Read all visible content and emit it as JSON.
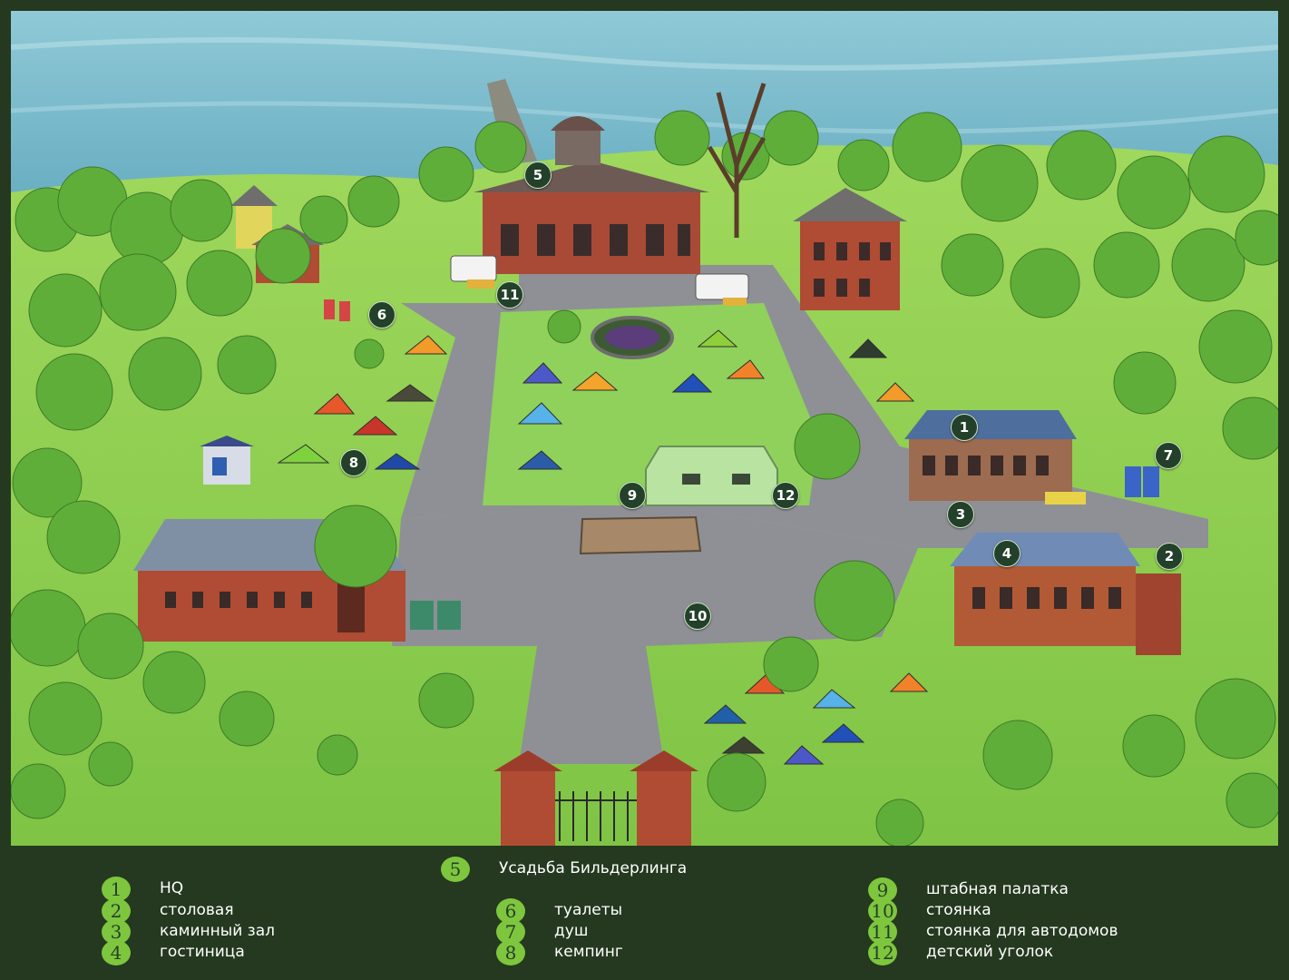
{
  "colors": {
    "frame": "#24391f",
    "legend_number_bg": "#7ec63d",
    "marker_bg": "#23402a",
    "lake": "#6fb3c6",
    "grass": "#8ccf4e",
    "road": "#8e9096",
    "brick": "#b24a32"
  },
  "markers": [
    "1",
    "2",
    "3",
    "4",
    "5",
    "6",
    "7",
    "8",
    "9",
    "10",
    "11",
    "12"
  ],
  "legend": [
    {
      "num": "1",
      "label": "HQ"
    },
    {
      "num": "2",
      "label": "столовая"
    },
    {
      "num": "3",
      "label": "каминный зал"
    },
    {
      "num": "4",
      "label": "гостиница"
    },
    {
      "num": "5",
      "label": "Усадьба Бильдерлинга"
    },
    {
      "num": "6",
      "label": "туалеты"
    },
    {
      "num": "7",
      "label": "душ"
    },
    {
      "num": "8",
      "label": "кемпинг"
    },
    {
      "num": "9",
      "label": "штабная палатка"
    },
    {
      "num": "10",
      "label": "стоянка"
    },
    {
      "num": "11",
      "label": "стоянка для автодомов"
    },
    {
      "num": "12",
      "label": "детский уголок"
    }
  ]
}
